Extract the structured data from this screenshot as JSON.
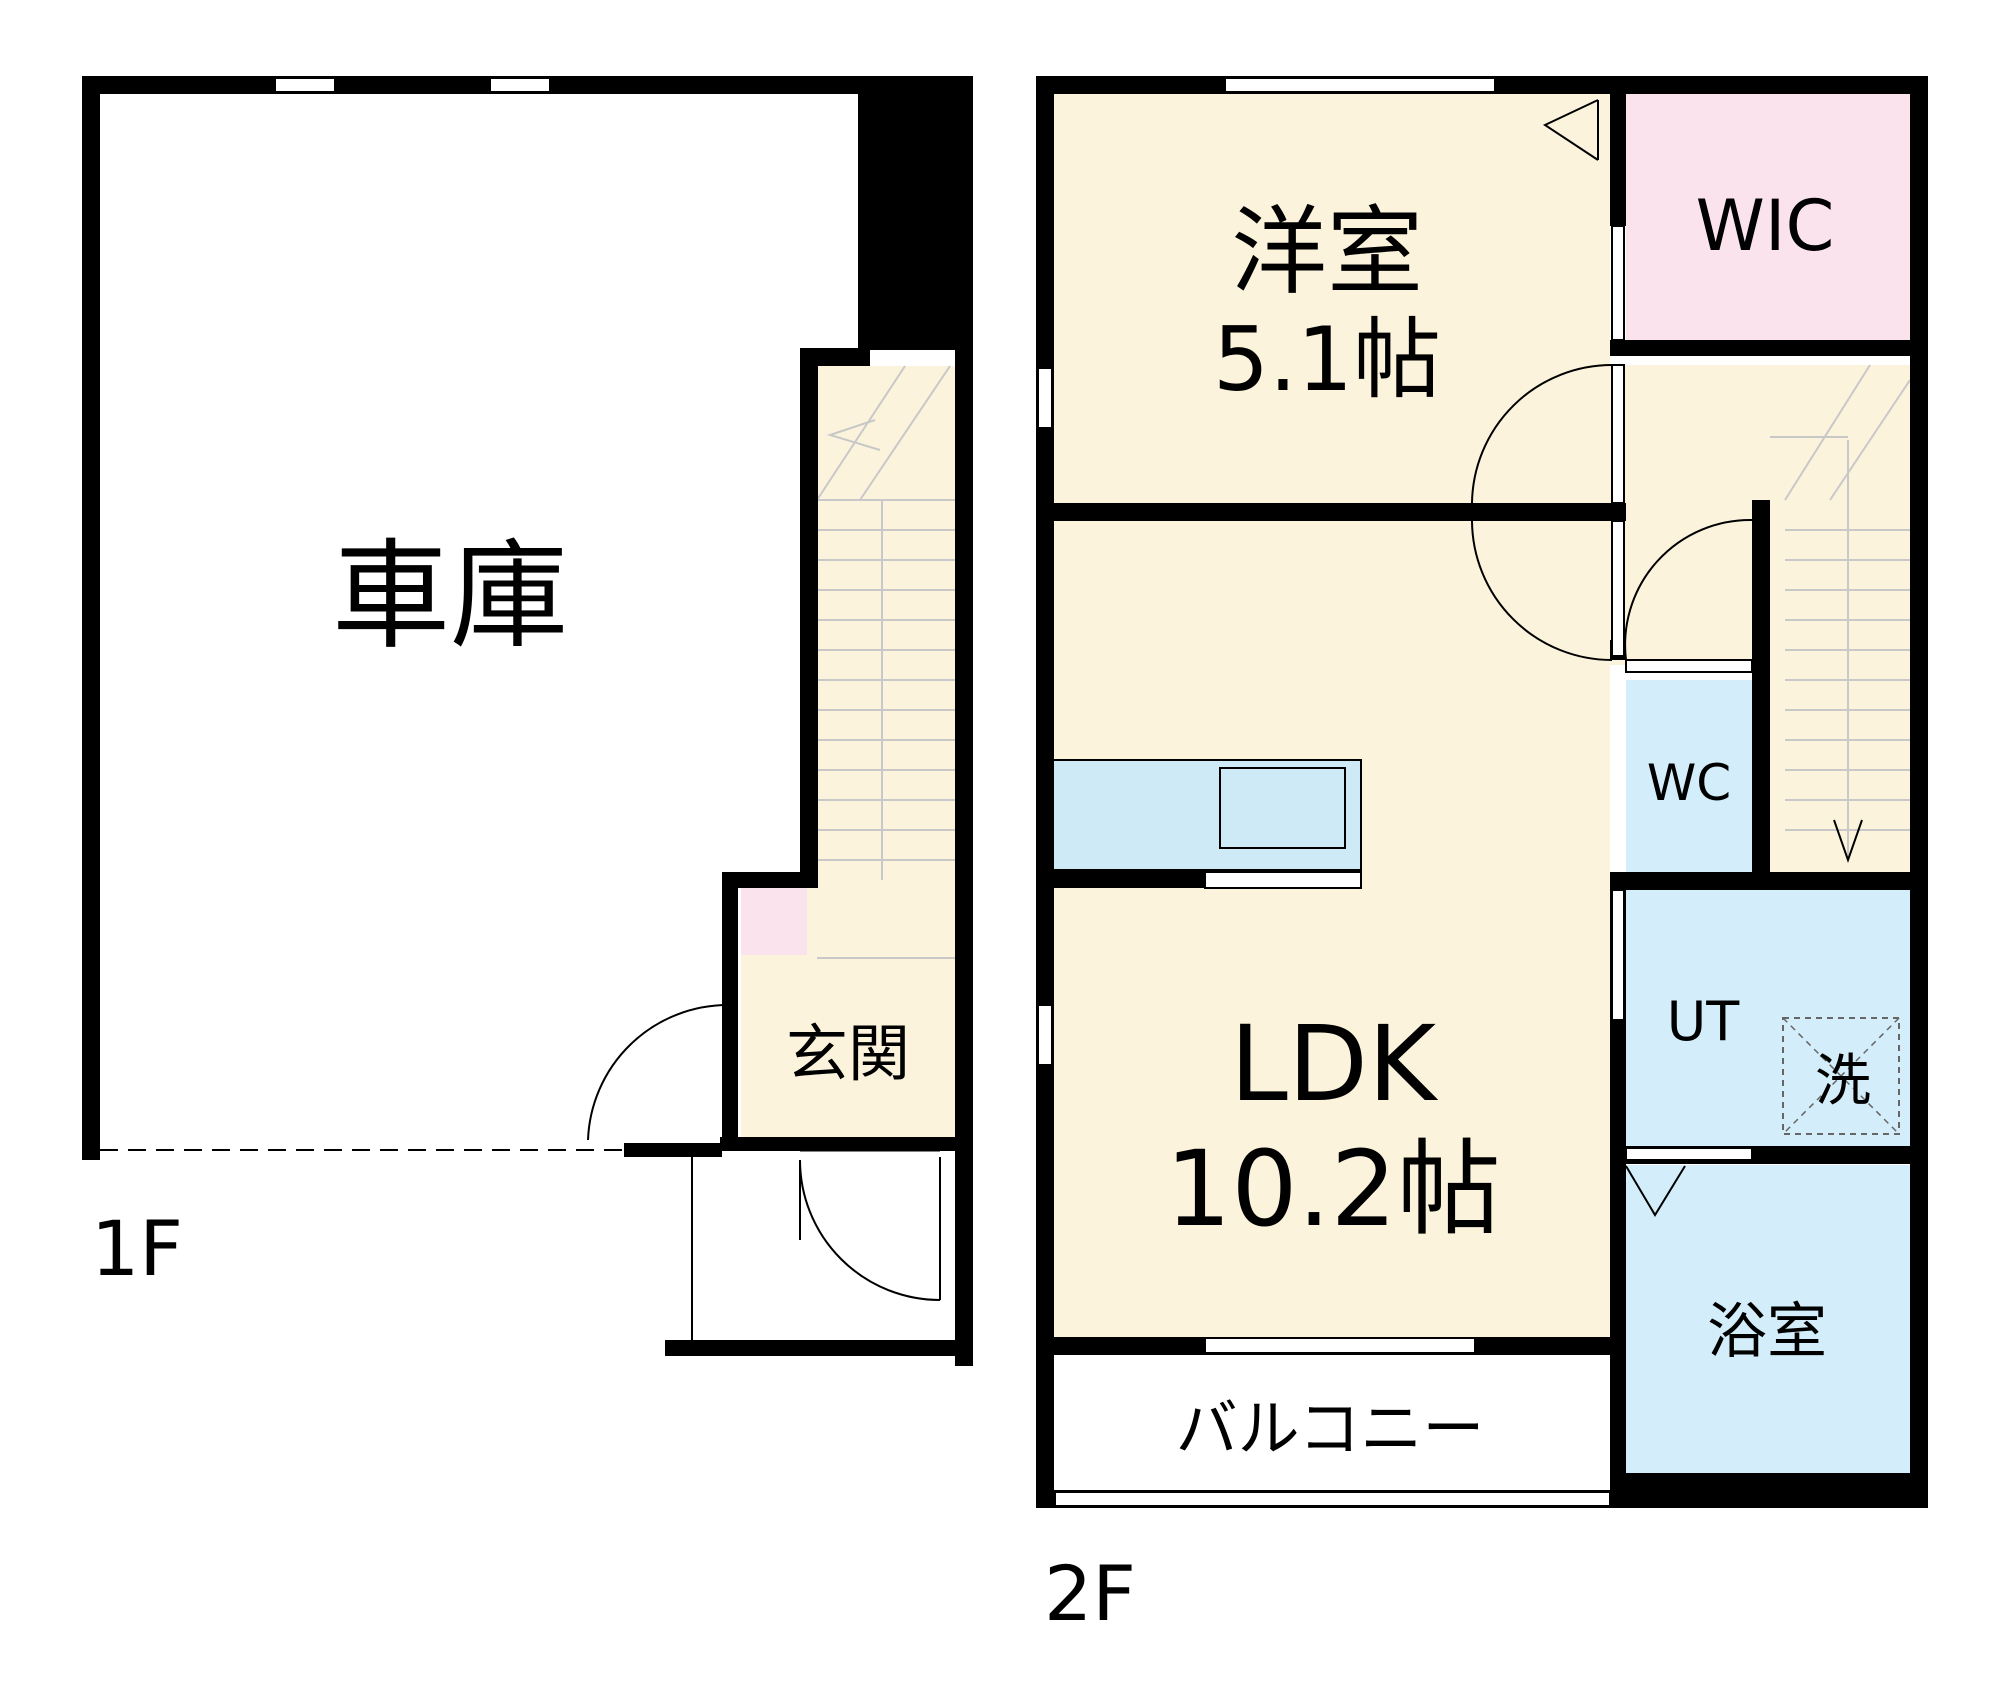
{
  "floors": {
    "first": {
      "label": "1F",
      "rooms": {
        "garage": "車庫",
        "entrance": "玄関"
      }
    },
    "second": {
      "label": "2F",
      "rooms": {
        "western_room_name": "洋室",
        "western_room_size": "5.1帖",
        "wic": "WIC",
        "ldk_name": "LDK",
        "ldk_size": "10.2帖",
        "wc": "WC",
        "ut": "UT",
        "washer": "洗",
        "bath": "浴室",
        "balcony": "バルコニー"
      }
    }
  },
  "colors": {
    "wall": "#000000",
    "floor_cream": "#fbf3dc",
    "wic_pink": "#fbe3ee",
    "water_blue": "#d3eefa",
    "kitchen_blue": "#cdeaf6"
  }
}
